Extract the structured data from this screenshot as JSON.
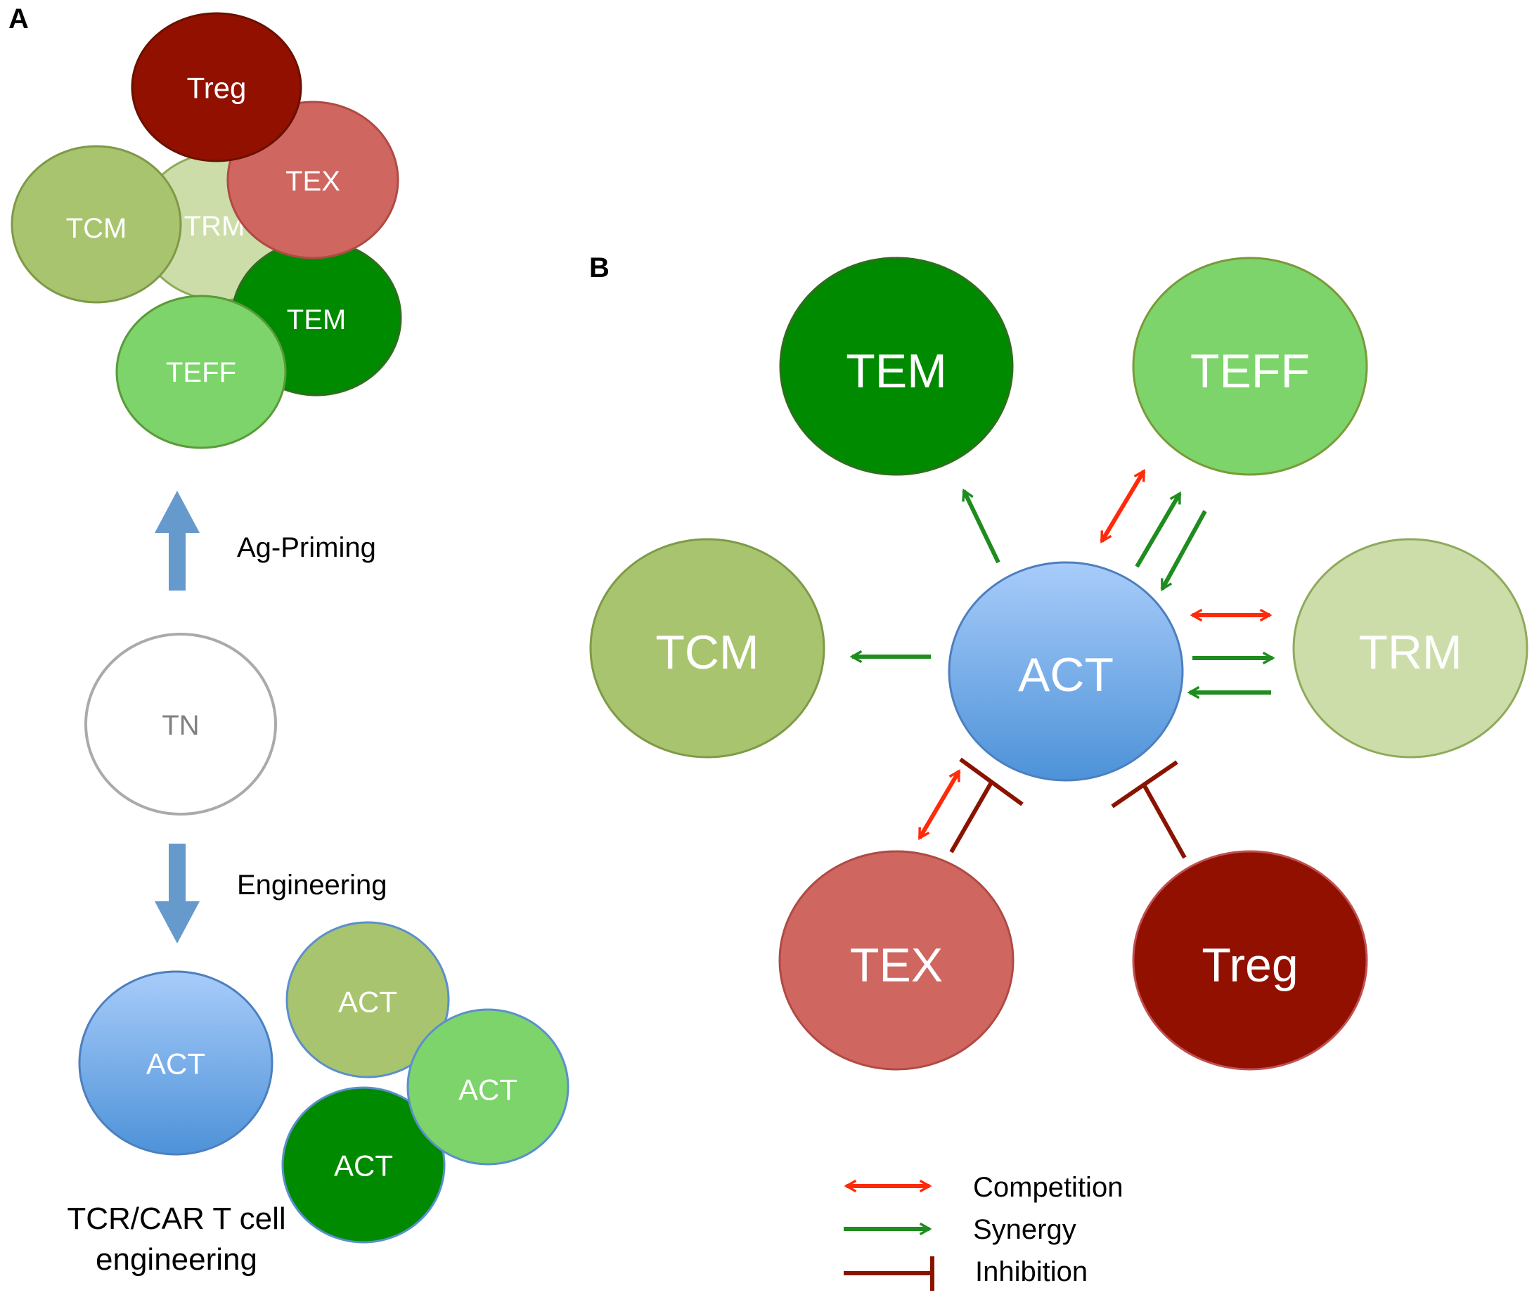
{
  "panels": {
    "a": {
      "letter": "A",
      "top_cluster": {
        "tcm": "TCM",
        "trm": "TRM",
        "tem": "TEM",
        "teff": "TEFF",
        "tex": "TEX",
        "treg": "Treg"
      },
      "ag_priming_label": "Ag-Priming",
      "tn": "TN",
      "engineering_label": "Engineering",
      "act_cluster": {
        "act_blue": "ACT",
        "act_olive": "ACT",
        "act_light": "ACT",
        "act_dark": "ACT"
      },
      "caption_line1": "TCR/CAR T cell",
      "caption_line2": "engineering"
    },
    "b": {
      "letter": "B",
      "tem": "TEM",
      "teff": "TEFF",
      "tcm": "TCM",
      "act": "ACT",
      "trm": "TRM",
      "tex": "TEX",
      "treg": "Treg"
    }
  },
  "legend": {
    "competition": "Competition",
    "synergy": "Synergy",
    "inhibition": "Inhibition"
  },
  "colors": {
    "tem": "#008A00",
    "teff": "#7DD46A",
    "tcm": "#A9C46E",
    "trm": "#CCDDAA",
    "tex": "#CF6660",
    "treg": "#921000",
    "competition": "#FF2A0A",
    "synergy": "#1E8C1E",
    "inhibition": "#8A1300",
    "priming_arrow": "#6699CC"
  }
}
